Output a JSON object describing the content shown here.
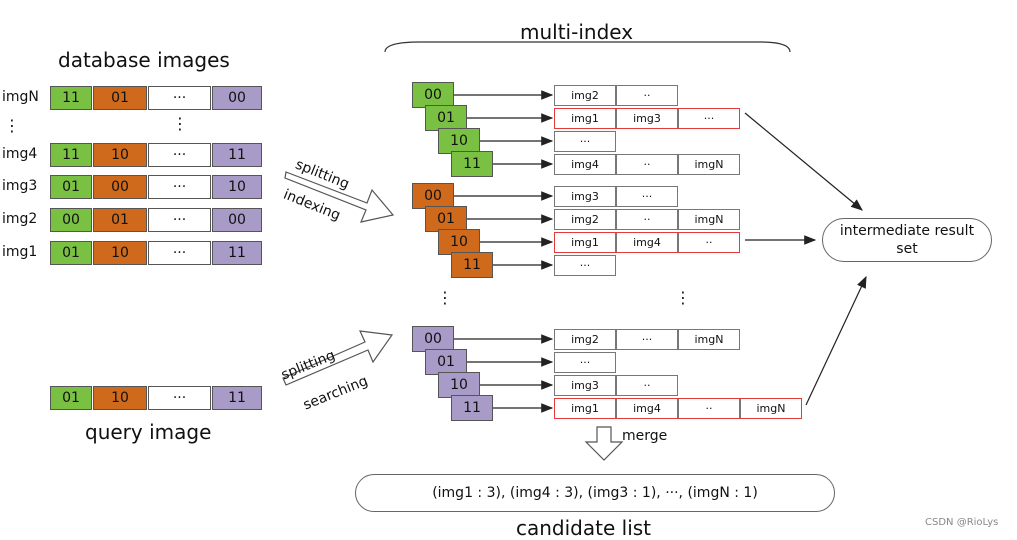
{
  "titles": {
    "database": "database images",
    "multi_index": "multi-index",
    "query": "query image",
    "candidate": "candidate list"
  },
  "colors": {
    "green": "#7ac143",
    "orange": "#cf6a1c",
    "white": "#ffffff",
    "purple": "#a99bc8",
    "red": "#e23b3b"
  },
  "database_rows": [
    {
      "label": "imgN",
      "codes": [
        "11",
        "01",
        "···",
        "00"
      ]
    },
    {
      "label": "img4",
      "codes": [
        "11",
        "10",
        "···",
        "11"
      ]
    },
    {
      "label": "img3",
      "codes": [
        "01",
        "00",
        "···",
        "10"
      ]
    },
    {
      "label": "img2",
      "codes": [
        "00",
        "01",
        "···",
        "00"
      ]
    },
    {
      "label": "img1",
      "codes": [
        "01",
        "10",
        "···",
        "11"
      ]
    }
  ],
  "ellipsis": "⋮",
  "query_codes": [
    "01",
    "10",
    "···",
    "11"
  ],
  "arrow_labels": {
    "split1": "splitting",
    "indexing": "indexing",
    "split2": "splitting",
    "searching": "searching"
  },
  "index_groups": [
    {
      "keys": [
        "00",
        "01",
        "10",
        "11"
      ],
      "rows": [
        [
          "img2",
          "··"
        ],
        [
          "img1",
          "img3",
          "···"
        ],
        [
          "···"
        ],
        [
          "img4",
          "··",
          "imgN"
        ]
      ]
    },
    {
      "keys": [
        "00",
        "01",
        "10",
        "11"
      ],
      "rows": [
        [
          "img3",
          "···"
        ],
        [
          "img2",
          "··",
          "imgN"
        ],
        [
          "img1",
          "img4",
          "··"
        ],
        [
          "···"
        ]
      ]
    },
    {
      "keys": [
        "00",
        "01",
        "10",
        "11"
      ],
      "rows": [
        [
          "img2",
          "···",
          "imgN"
        ],
        [
          "···"
        ],
        [
          "img3",
          "··"
        ],
        [
          "img1",
          "img4",
          "··",
          "imgN"
        ]
      ]
    }
  ],
  "intermediate": "intermediate result set",
  "merge": "merge",
  "candidate_result": "(img1 : 3), (img4 : 3), (img3 : 1), ···, (imgN : 1)",
  "watermark": "CSDN @RioLys"
}
